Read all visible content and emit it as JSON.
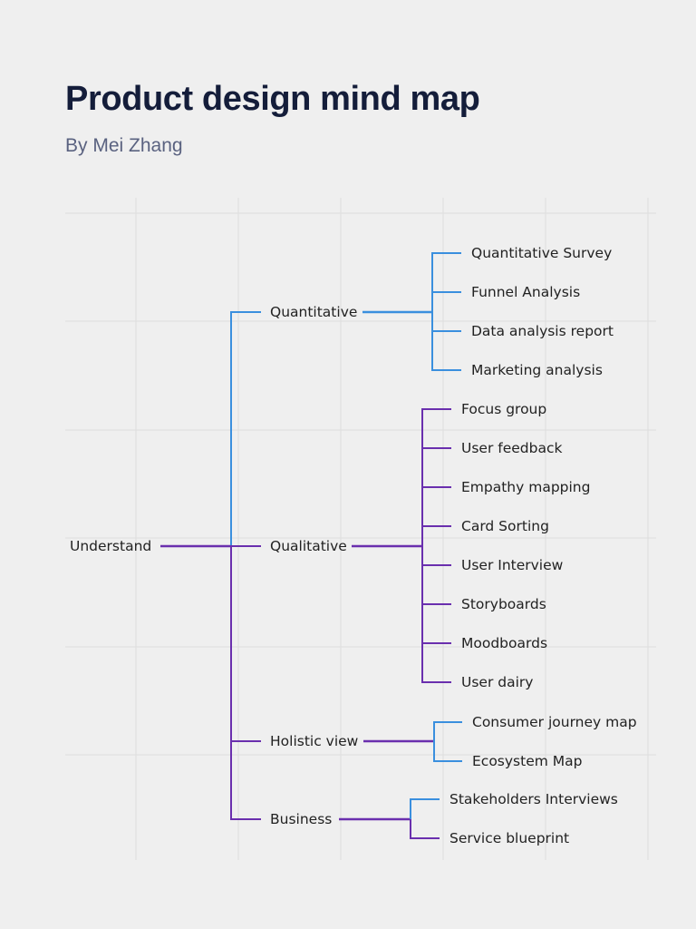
{
  "header": {
    "title": "Product design mind map",
    "author": "By Mei Zhang"
  },
  "colors": {
    "background": "#efefef",
    "grid": "#dddddd",
    "blue_branch": "#3a8fde",
    "purple_branch": "#6a2fae"
  },
  "mindmap": {
    "root": "Understand",
    "branches": [
      {
        "label": "Quantitative",
        "children": [
          "Quantitative Survey",
          "Funnel Analysis",
          "Data analysis report",
          "Marketing analysis"
        ]
      },
      {
        "label": "Qualitative",
        "children": [
          "Focus group",
          "User feedback",
          "Empathy mapping",
          "Card Sorting",
          "User Interview",
          "Storyboards",
          "Moodboards",
          "User dairy"
        ]
      },
      {
        "label": "Holistic view",
        "children": [
          "Consumer journey map",
          "Ecosystem Map"
        ]
      },
      {
        "label": "Business",
        "children": [
          "Stakeholders Interviews",
          "Service blueprint"
        ]
      }
    ]
  }
}
